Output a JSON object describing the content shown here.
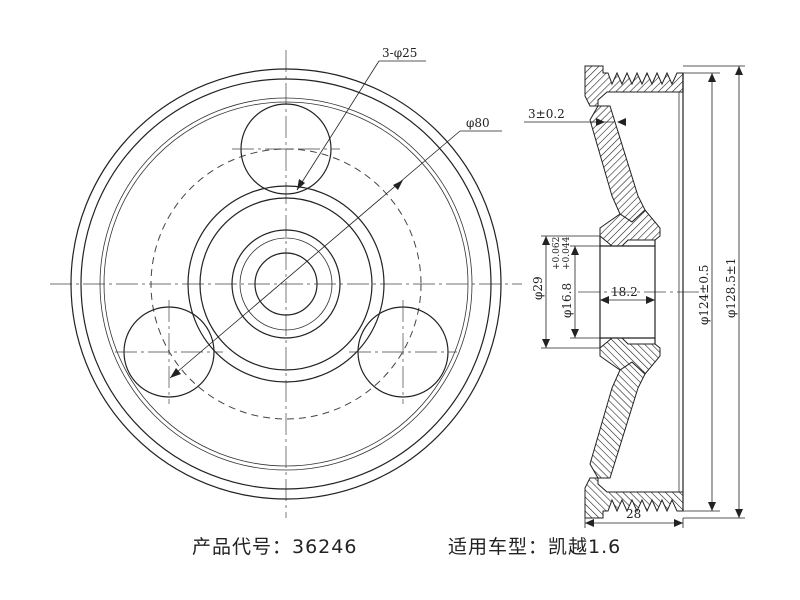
{
  "front_view": {
    "hole_callout": "3-φ25",
    "pcd_callout": "φ80"
  },
  "side_view": {
    "groove_dim": "3±0.2",
    "hub_dia": "φ29",
    "bore_dia": "φ16.8",
    "bore_tol_upper": "+0.062",
    "bore_tol_lower": "+0.044",
    "hub_length": "18.2",
    "groove_dia": "φ124±0.5",
    "outer_dia": "φ128.5±1",
    "width": "28"
  },
  "caption": {
    "product_code": "产品代号：36246",
    "vehicle_model": "适用车型：凯越1.6"
  }
}
